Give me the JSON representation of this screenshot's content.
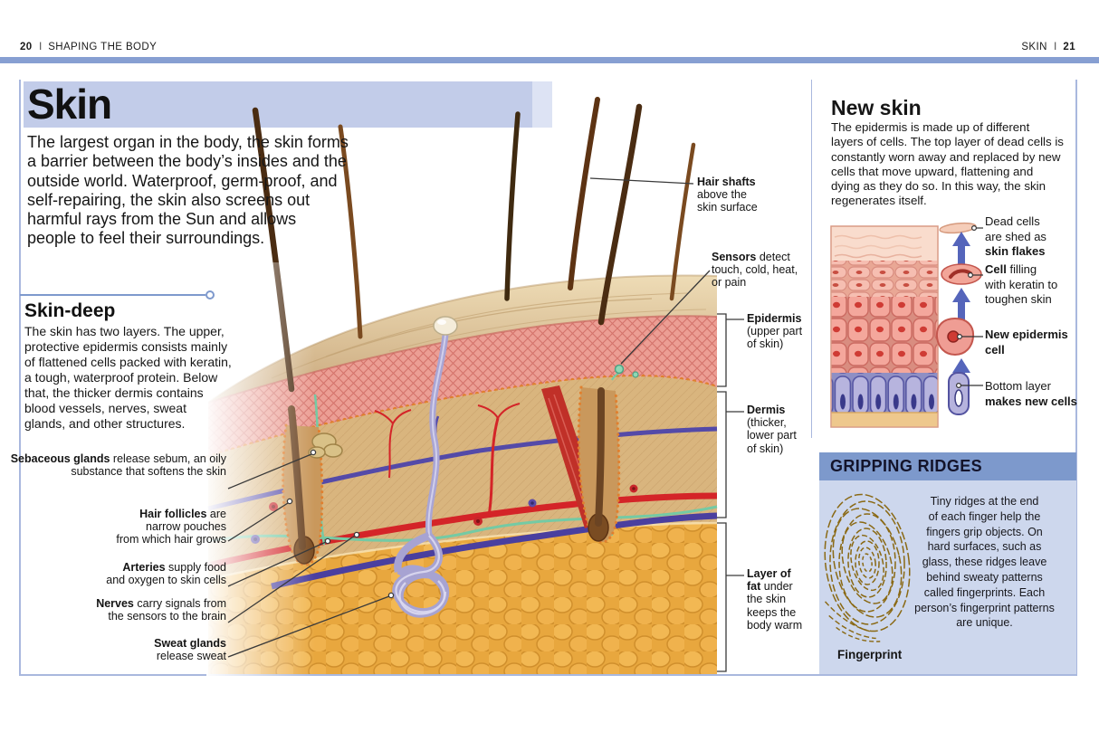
{
  "header": {
    "left_num": "20",
    "left_title": "SHAPING THE BODY",
    "right_title": "SKIN",
    "right_num": "21",
    "sep": "I"
  },
  "title": "Skin",
  "intro": "The largest organ in the body, the skin forms\na barrier between the body’s insides and the\noutside world. Waterproof, germ-proof, and\nself-repairing, the skin also screens out\nharmful rays from the Sun and allows\npeople to feel their surroundings.",
  "skin_deep": {
    "heading": "Skin-deep",
    "body": "The skin has two layers. The upper,\nprotective epidermis consists mainly\nof flattened cells packed with keratin,\na tough, waterproof protein. Below\nthat, the thicker dermis contains\nblood vessels, nerves, sweat\nglands, and other structures."
  },
  "labels": {
    "sebaceous": {
      "bold": "Sebaceous glands",
      "post": " release sebum, an oily\nsubstance that softens the skin"
    },
    "follicles": {
      "bold": "Hair follicles",
      "post": " are\nnarrow pouches\nfrom which hair grows"
    },
    "arteries": {
      "bold": "Arteries",
      "post": " supply food\nand oxygen to skin cells"
    },
    "nerves": {
      "bold": "Nerves",
      "post": " carry signals from\nthe sensors to the brain"
    },
    "sweat": {
      "bold": "Sweat glands",
      "post": "\nrelease sweat"
    },
    "hair_shafts": {
      "bold": "Hair shafts",
      "post": "\nabove the\nskin surface"
    },
    "sensors": {
      "bold": "Sensors",
      "post": " detect\ntouch, cold, heat,\nor pain"
    },
    "epidermis": {
      "bold": "Epidermis",
      "post": "\n(upper part\nof skin)"
    },
    "dermis": {
      "bold": "Dermis",
      "post": "\n(thicker,\nlower part\nof skin)"
    },
    "fat": {
      "bold": "Layer of\nfat",
      "post": " under\nthe skin\nkeeps the\nbody warm"
    }
  },
  "new_skin": {
    "heading": "New skin",
    "body": "The epidermis is made up of different\nlayers of cells. The top layer of dead cells is\nconstantly worn away and replaced by new\ncells that move upward, flattening and\ndying as they do so. In this way, the skin\nregenerates itself."
  },
  "cell_labels": {
    "dead": {
      "pre": "Dead cells\nare shed as\n",
      "bold": "skin flakes",
      "post": ""
    },
    "filling": {
      "pre": "",
      "bold": "Cell",
      "post": " filling\nwith keratin to\ntoughen skin"
    },
    "new_cell": {
      "pre": "",
      "bold": "New epidermis\ncell",
      "post": ""
    },
    "bottom": {
      "pre": "Bottom layer\n",
      "bold": "makes new cells",
      "post": ""
    }
  },
  "gripping": {
    "heading": "GRIPPING RIDGES",
    "body": "Tiny ridges at the end\nof each finger help the\nfingers grip objects. On\nhard surfaces, such as\nglass, these ridges leave\nbehind sweaty patterns\ncalled fingerprints. Each\nperson’s fingerprint patterns\nare unique.",
    "caption": "Fingerprint"
  },
  "colors": {
    "accent_blue": "#7d99cc",
    "banner_blue": "#c2cce9",
    "panel_blue": "#cdd7ed",
    "fingerprint_brown": "#8a6914"
  }
}
